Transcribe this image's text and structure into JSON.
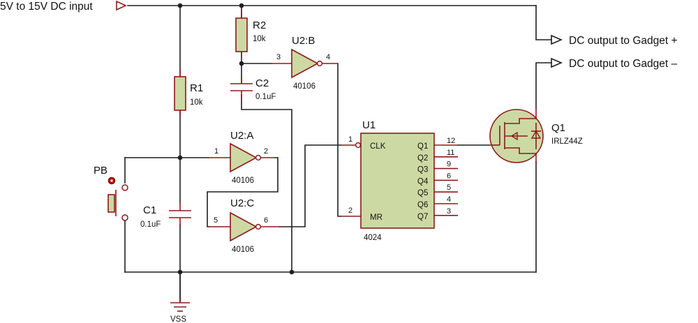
{
  "input_label": "5V to 15V DC input",
  "output_plus": "DC output to Gadget +",
  "output_minus": "DC output to Gadget –",
  "ground_label": "VSS",
  "pushbutton": {
    "ref": "PB"
  },
  "r1": {
    "ref": "R1",
    "value": "10k"
  },
  "r2": {
    "ref": "R2",
    "value": "10k"
  },
  "c1": {
    "ref": "C1",
    "value": "0.1uF"
  },
  "c2": {
    "ref": "C2",
    "value": "0.1uF"
  },
  "u2a": {
    "ref": "U2:A",
    "part": "40106",
    "pin_in": "1",
    "pin_out": "2"
  },
  "u2b": {
    "ref": "U2:B",
    "part": "40106",
    "pin_in": "3",
    "pin_out": "4"
  },
  "u2c": {
    "ref": "U2:C",
    "part": "40106",
    "pin_in": "5",
    "pin_out": "6"
  },
  "u1": {
    "ref": "U1",
    "part": "4024",
    "clk_label": "CLK",
    "mr_label": "MR",
    "clk_pin": "1",
    "mr_pin": "2",
    "outputs": [
      {
        "label": "Q1",
        "pin": "12"
      },
      {
        "label": "Q2",
        "pin": "11"
      },
      {
        "label": "Q3",
        "pin": "9"
      },
      {
        "label": "Q4",
        "pin": "6"
      },
      {
        "label": "Q5",
        "pin": "5"
      },
      {
        "label": "Q6",
        "pin": "4"
      },
      {
        "label": "Q7",
        "pin": "3"
      }
    ]
  },
  "q1": {
    "ref": "Q1",
    "part": "IRLZ44Z"
  },
  "colors": {
    "wire": "#1f1f1f",
    "component_outline": "#8b1a1a",
    "component_fill": "#ccd9a3",
    "text": "#111111"
  }
}
